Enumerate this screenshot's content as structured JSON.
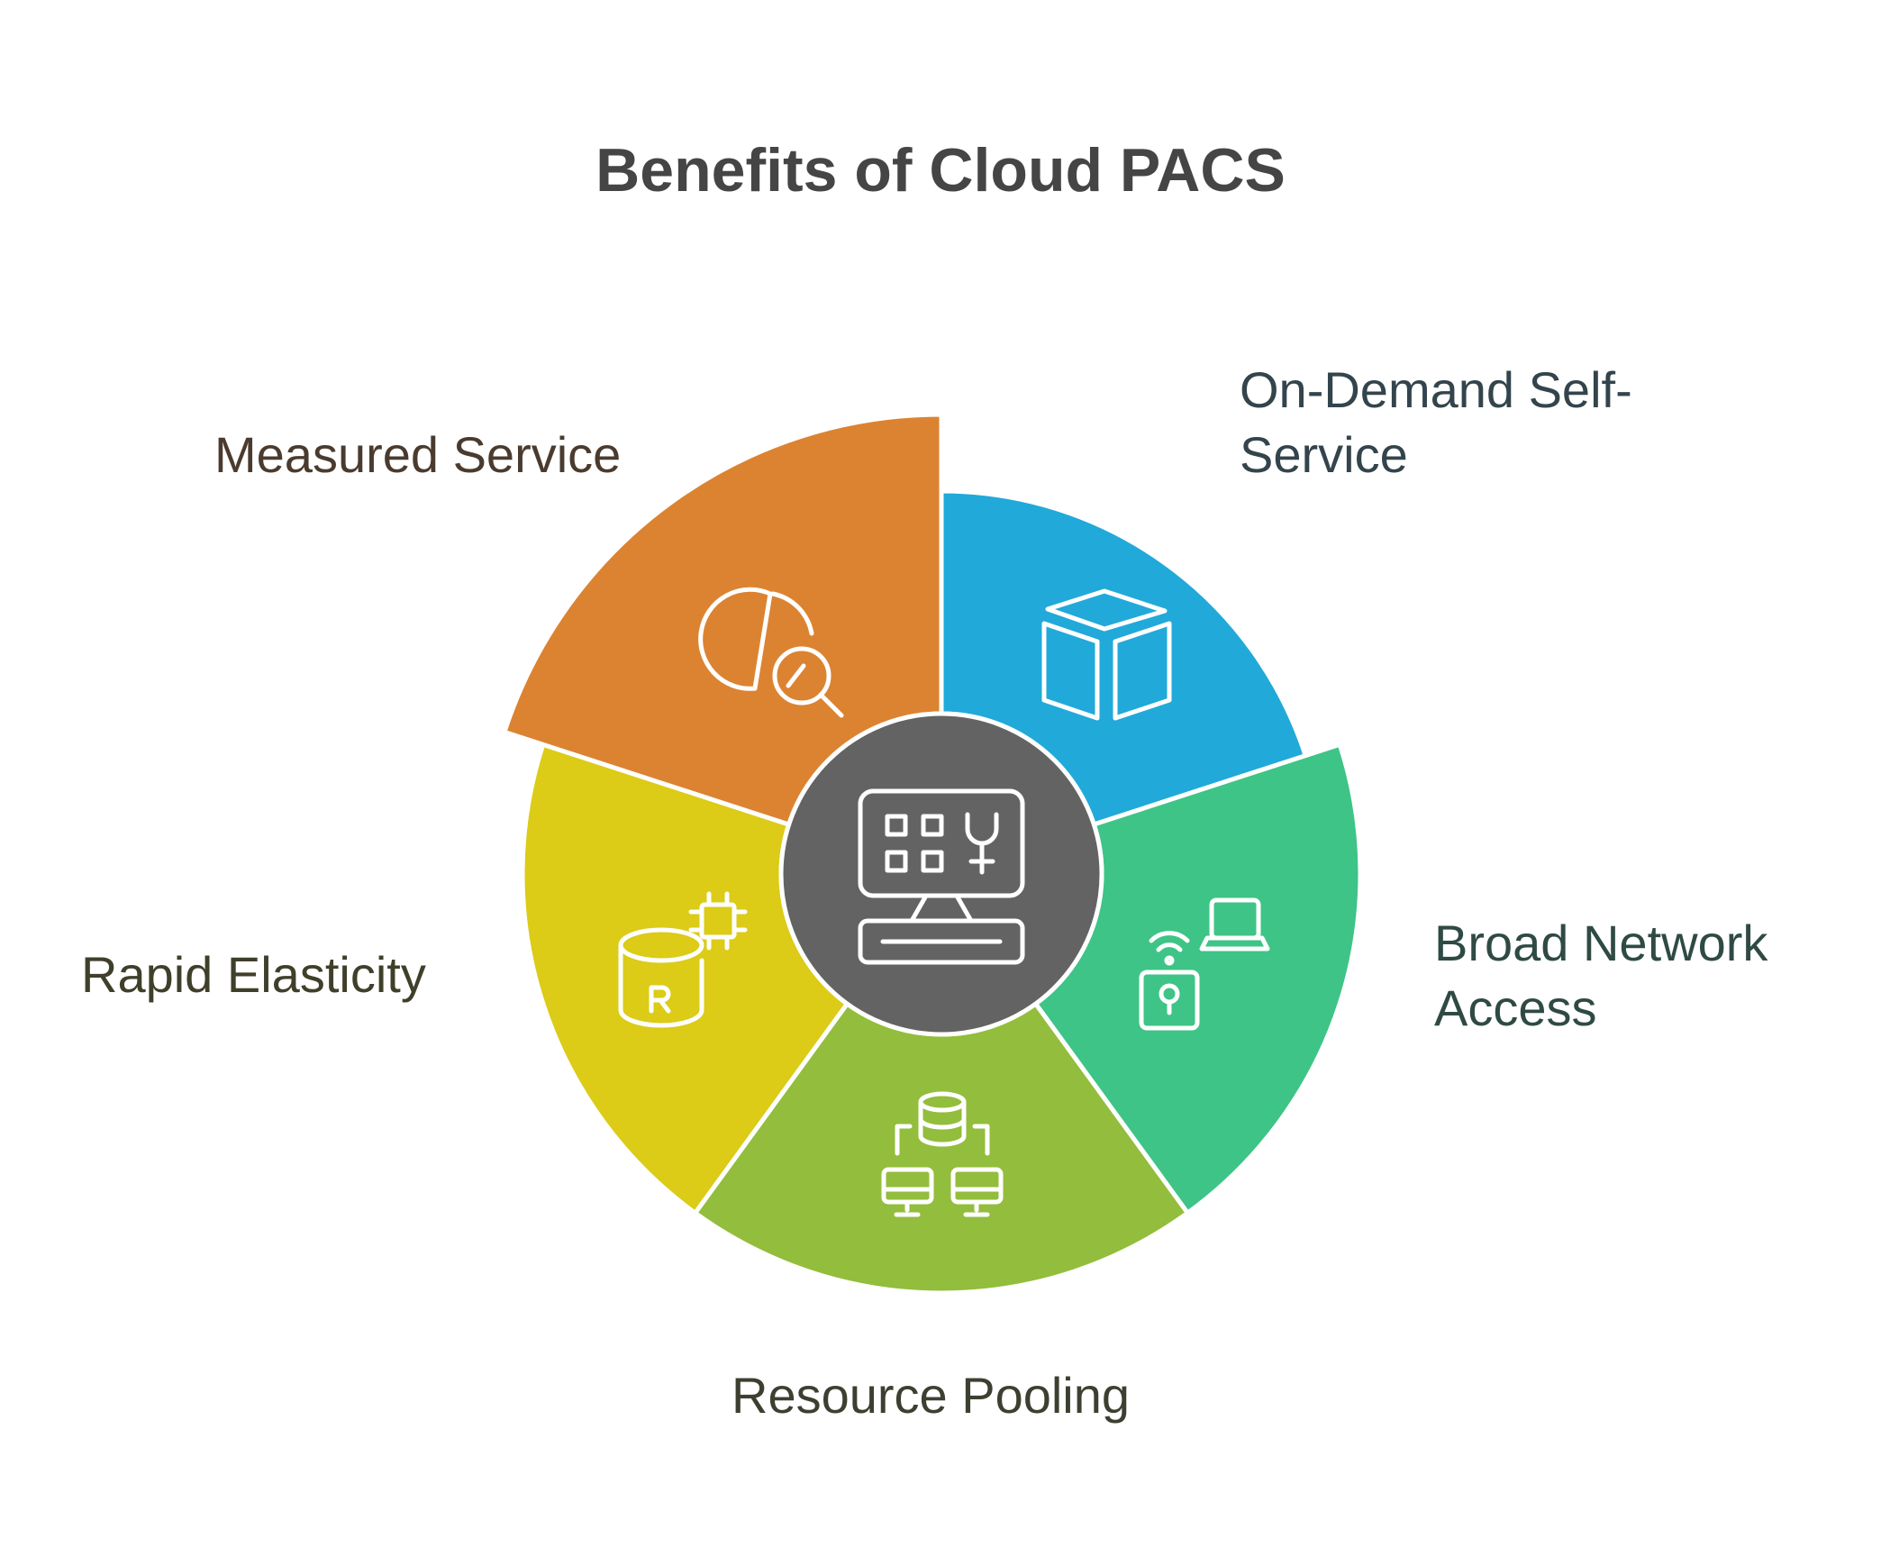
{
  "title": "Benefits of Cloud PACS",
  "center": {
    "icon": "monitor-keyboard-icon",
    "color": "#636363"
  },
  "segments": [
    {
      "id": "on-demand",
      "label_lines": [
        "On-Demand Self-",
        "Service"
      ],
      "icon": "cube-icon",
      "color": "#21a9da"
    },
    {
      "id": "broad-network",
      "label_lines": [
        "Broad Network",
        "Access"
      ],
      "icon": "network-lock-laptop-icon",
      "color": "#3ec486"
    },
    {
      "id": "resource-pooling",
      "label_lines": [
        "Resource Pooling"
      ],
      "icon": "database-network-icon",
      "color": "#93bd3c"
    },
    {
      "id": "rapid-elasticity",
      "label_lines": [
        "Rapid Elasticity"
      ],
      "icon": "database-chip-icon",
      "color": "#dccb17"
    },
    {
      "id": "measured-service",
      "label_lines": [
        "Measured Service"
      ],
      "icon": "pie-chart-magnifier-icon",
      "color": "#dc8331"
    }
  ]
}
